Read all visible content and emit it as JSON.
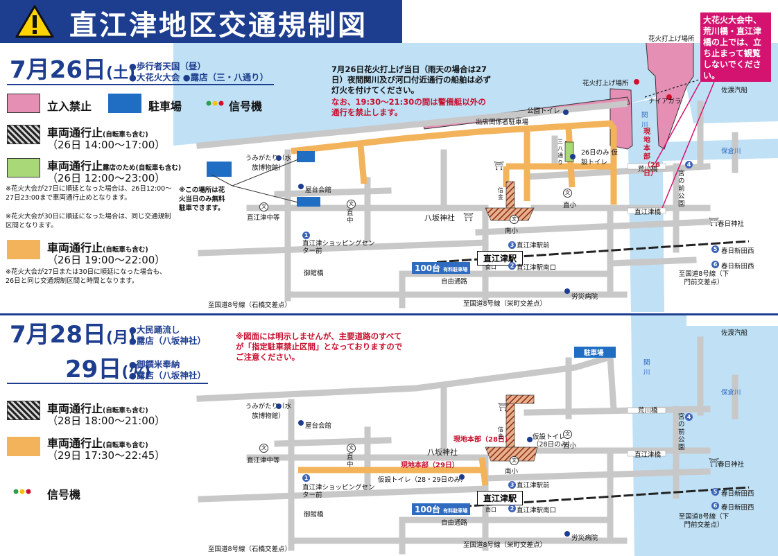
{
  "header": {
    "title": "直江津地区交通規制図"
  },
  "day1": {
    "date": "7月26日",
    "weekday": "(土)",
    "events": [
      "●歩行者天国（昼）",
      "●大花火大会 ●露店（三・八通り）"
    ]
  },
  "legend1": {
    "no_entry": "立入禁止",
    "parking": "駐車場",
    "signal": "信号機",
    "closure_a_label": "車両通行止",
    "closure_a_sub": "(自転車も含む)",
    "closure_a_time": "（26日 14:00〜17:00）",
    "closure_b_label": "車両通行止",
    "closure_b_sub": "露店のため(自転車も含む)",
    "closure_b_time": "（26日 12:00〜23:00）",
    "note_b": "※花火大会が27日に順延となった場合は、26日12:00〜27日23:00まで車両通行止めとなります。",
    "note_c": "※花火大会が30日に順延になった場合は、同じ交通規制区間となります。",
    "closure_c_label": "車両通行止",
    "closure_c_sub": "(自転車も含む)",
    "closure_c_time": "（26日 19:00〜22:00）",
    "note_d": "※花火大会が27日または30日に順延になった場合も、26日と同じ交通規制区間と時間となります。"
  },
  "map1": {
    "notice": "7月26日花火打上げ当日（雨天の場合は27日）夜間関川及び河口付近通行の船舶は必ず灯火を付けてください。",
    "notice_red": "なお、19:30〜21:30の間は警備艇以外の通行を禁止します。",
    "warning_box": "大花火大会中、荒川橋・直江津橋の上では、立ち止まって観覧しないでください。",
    "free_parking_note": "※この場所は花火当日のみ無料駐車できます。",
    "labels": {
      "launch1": "花火打上げ場所",
      "launch2": "花火打上げ場所",
      "niagara": "ナイアガラ",
      "sado": "佐渡汽船",
      "seki": "関 川",
      "hokura": "保倉川",
      "arakawa": "荒川橋",
      "naoetsu_br": "直江津橋",
      "kasuga": "春日神社",
      "miyanomae": "宮の前公園",
      "toilet_park": "公園トイレ",
      "vendor_lot": "出店関係者駐車場",
      "hq": "現地本部（26日）",
      "temp_toilet": "26日のみ 仮設トイレ",
      "sanpa": "三・八通り",
      "umigatari": "うみがたり（水族博物館）",
      "yataikaikan": "屋台会館",
      "naochu": "直中",
      "naoetsu_chuto": "直江津中等",
      "yasaka": "八坂神社",
      "shinkin": "信金",
      "nansho": "南小",
      "chokusho": "直小",
      "shopping": "直江津ショッピングセンター前",
      "station": "直江津駅",
      "station_front": "直江津駅前",
      "station_south": "直江津駅南口",
      "south_exit": "南口",
      "park100": "100台",
      "park100_sub": "有料駐車場",
      "jiyu": "自由通路",
      "gokan": "御館橋",
      "rosai": "労災病院",
      "kasuga_shinden": "春日新田西",
      "kasuga_shinden2": "春日新田西",
      "route_ishibashi": "至国道8号線（石橋交差点）",
      "route_sakae": "至国道8号線（栄町交差点）",
      "route_shimo": "至国道8号線（下門前交差点）"
    }
  },
  "day2": {
    "date": "7月28日",
    "weekday": "(月)",
    "events": [
      "●大民踊流し",
      "●露店（八坂神社）"
    ]
  },
  "day3": {
    "date": "29日",
    "weekday": "(火)",
    "events": [
      "●御饌米奉納",
      "●露店（八坂神社）"
    ]
  },
  "legend2": {
    "closure_a_label": "車両通行止",
    "closure_a_sub": "(自転車も含む)",
    "closure_a_time": "（28日 18:00〜21:00）",
    "closure_b_label": "車両通行止",
    "closure_b_sub": "(自転車も含む)",
    "closure_b_time": "（29日 17:30〜22:45）",
    "signal": "信号機"
  },
  "map2": {
    "notice": "※図面には明示しませんが、主要道路のすべてが「指定駐車禁止区間」となっておりますのでご注意ください。",
    "labels": {
      "parking": "駐車場",
      "sado": "佐渡汽船",
      "seki": "関 川",
      "hokura": "保倉川",
      "arakawa": "荒川橋",
      "naoetsu_br": "直江津橋",
      "kasuga": "春日神社",
      "miyanomae": "宮の前公園",
      "hq28": "現地本部（28日）",
      "hq29": "現地本部（29日）",
      "toilet28": "仮設トイレ（28日のみ）",
      "toilet2829": "仮設トイレ（28・29日のみ）",
      "umigatari": "うみがたり（水族博物館）",
      "yataikaikan": "屋台会館",
      "naochu": "直中",
      "naoetsu_chuto": "直江津中等",
      "yasaka": "八坂神社",
      "shinkin": "信金",
      "nansho": "南小",
      "chokusho": "直小",
      "shopping": "直江津ショッピングセンター前",
      "station": "直江津駅",
      "station_front": "直江津駅前",
      "station_south": "直江津駅南口",
      "south_exit": "南口",
      "park100": "100台",
      "park100_sub": "有料駐車場",
      "jiyu": "自由通路",
      "gokan": "御館橋",
      "rosai": "労災病院",
      "kasuga_shinden": "春日新田西",
      "kasuga_shinden2": "春日新田西",
      "route_ishibashi": "至国道8号線（石橋交差点）",
      "route_sakae": "至国道8号線（栄町交差点）",
      "route_shimo": "至国道8号線（下門前交差点）"
    }
  },
  "colors": {
    "navy": "#1d3d8f",
    "sea": "#bfe0f5",
    "no_entry": "#e58fb5",
    "parking": "#1f6ec3",
    "closure_orange": "#f2b35b",
    "vendor_green": "#a8d878",
    "road": "#c8c8c8",
    "magenta": "#d4126f"
  },
  "icons": [
    "warning-icon",
    "signal-icon",
    "torii-icon",
    "school-icon",
    "hospital-icon",
    "toilet-icon",
    "post-icon"
  ]
}
